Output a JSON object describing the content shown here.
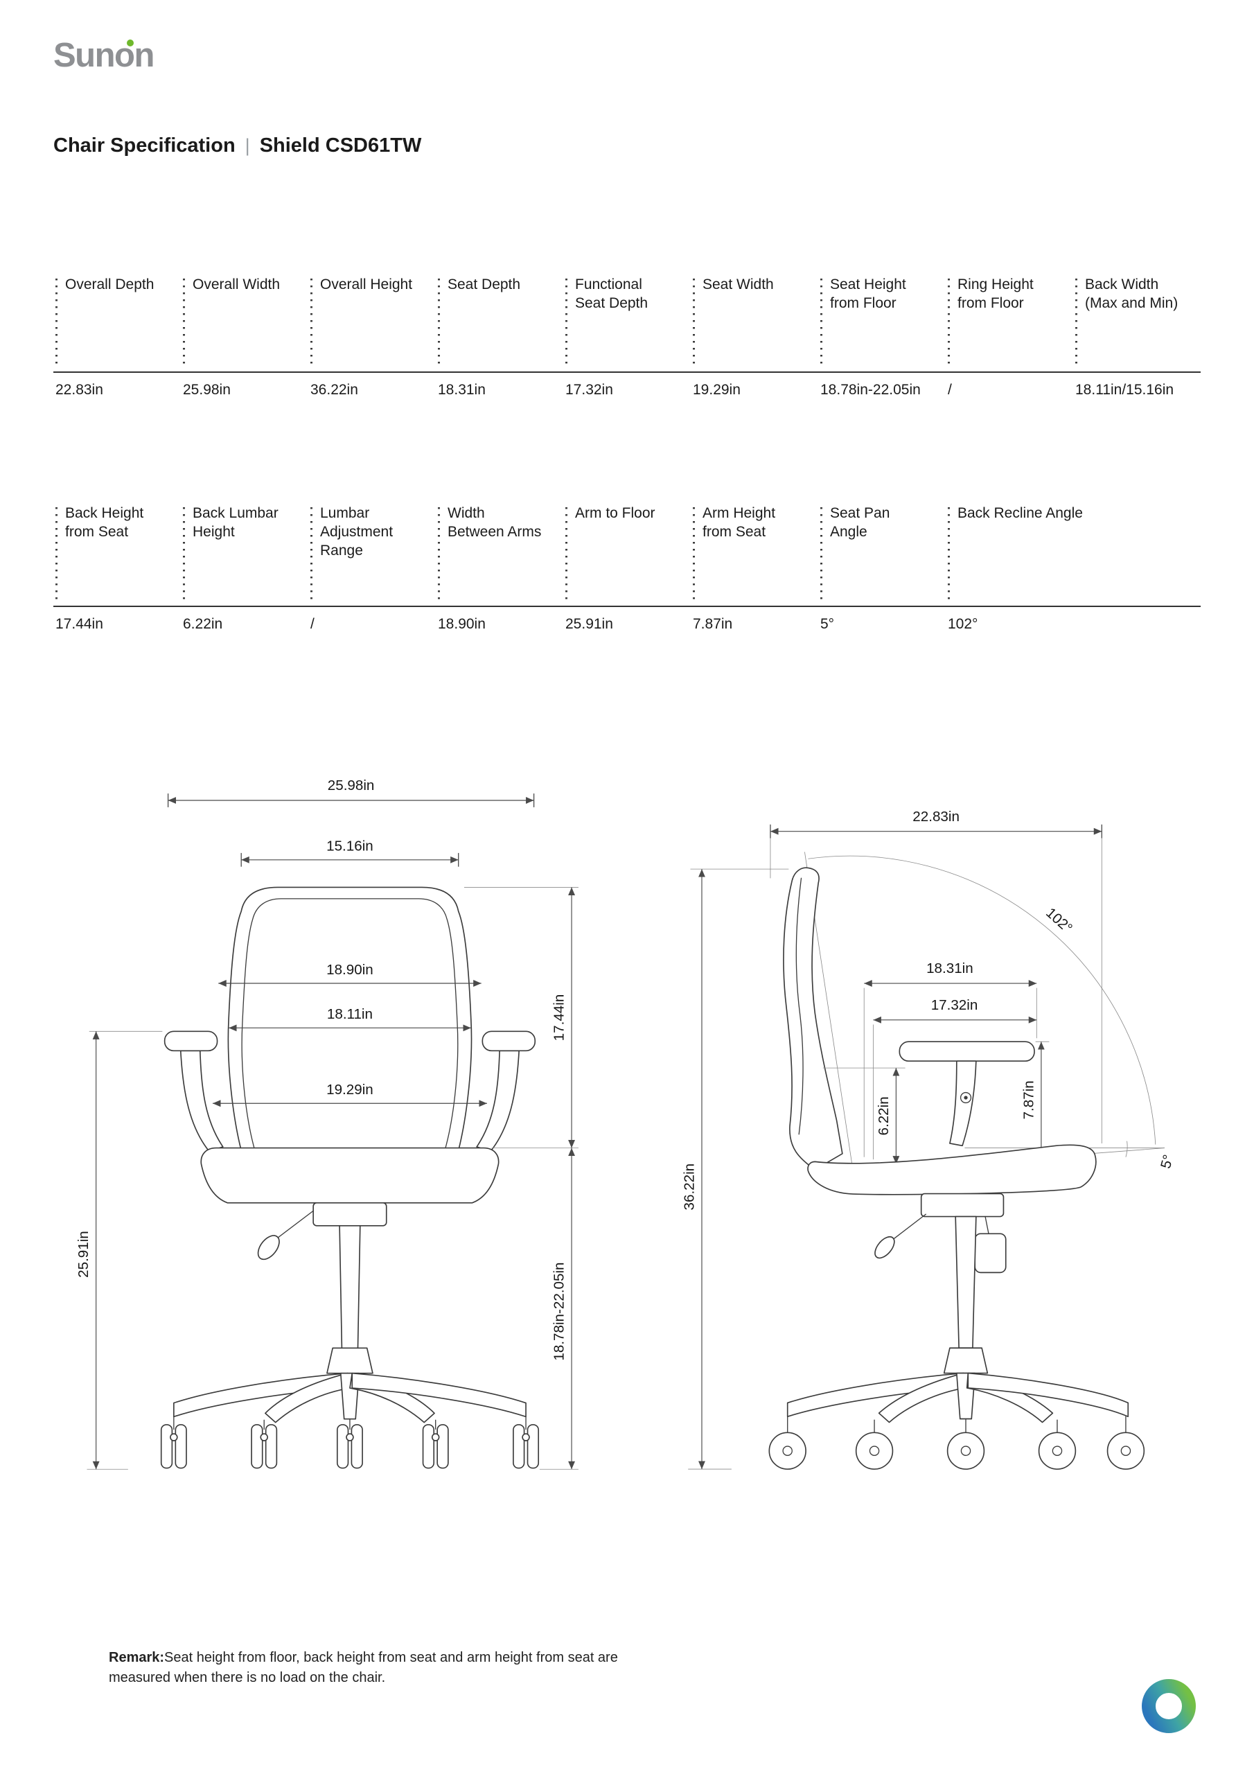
{
  "brand": {
    "logo_pre": "Sun",
    "logo_o": "o",
    "logo_post": "n",
    "accent_color": "#6fb92c"
  },
  "header": {
    "title": "Chair Specification",
    "separator": "|",
    "model": "Shield CSD61TW"
  },
  "spec": {
    "rows": [
      [
        {
          "label": "Overall Depth",
          "value": "22.83in"
        },
        {
          "label": "Overall Width",
          "value": "25.98in"
        },
        {
          "label": "Overall Height",
          "value": "36.22in"
        },
        {
          "label": "Seat Depth",
          "value": "18.31in"
        },
        {
          "label": "Functional\nSeat Depth",
          "value": "17.32in"
        },
        {
          "label": "Seat Width",
          "value": "19.29in"
        },
        {
          "label": "Seat Height\nfrom Floor",
          "value": "18.78in-22.05in"
        },
        {
          "label": "Ring Height\nfrom Floor",
          "value": "/"
        },
        {
          "label": "Back Width\n(Max and Min)",
          "value": "18.11in/15.16in"
        }
      ],
      [
        {
          "label": "Back Height\nfrom Seat",
          "value": "17.44in"
        },
        {
          "label": "Back Lumbar\nHeight",
          "value": "6.22in"
        },
        {
          "label": "Lumbar\nAdjustment\nRange",
          "value": "/"
        },
        {
          "label": "Width\nBetween Arms",
          "value": "18.90in"
        },
        {
          "label": "Arm to Floor",
          "value": "25.91in"
        },
        {
          "label": "Arm Height\nfrom Seat",
          "value": "7.87in"
        },
        {
          "label": "Seat Pan\nAngle",
          "value": "5°"
        },
        {
          "label": "Back Recline Angle",
          "value": "102°"
        }
      ]
    ]
  },
  "diagrams": {
    "front": {
      "overall_width": "25.98in",
      "back_width_min": "15.16in",
      "width_between_arms": "18.90in",
      "back_width_max": "18.11in",
      "seat_width": "19.29in",
      "back_height_from_seat": "17.44in",
      "seat_height_from_floor": "18.78in-22.05in",
      "arm_to_floor": "25.91in"
    },
    "side": {
      "overall_depth": "22.83in",
      "recline_angle": "102°",
      "seat_depth": "18.31in",
      "functional_seat_depth": "17.32in",
      "back_lumbar_height": "6.22in",
      "arm_height_from_seat": "7.87in",
      "overall_height": "36.22in",
      "seat_pan_angle": "5°"
    }
  },
  "remark": {
    "label": "Remark:",
    "text": "Seat height from floor, back height from seat and arm height from seat are measured when there is no load on the chair."
  }
}
